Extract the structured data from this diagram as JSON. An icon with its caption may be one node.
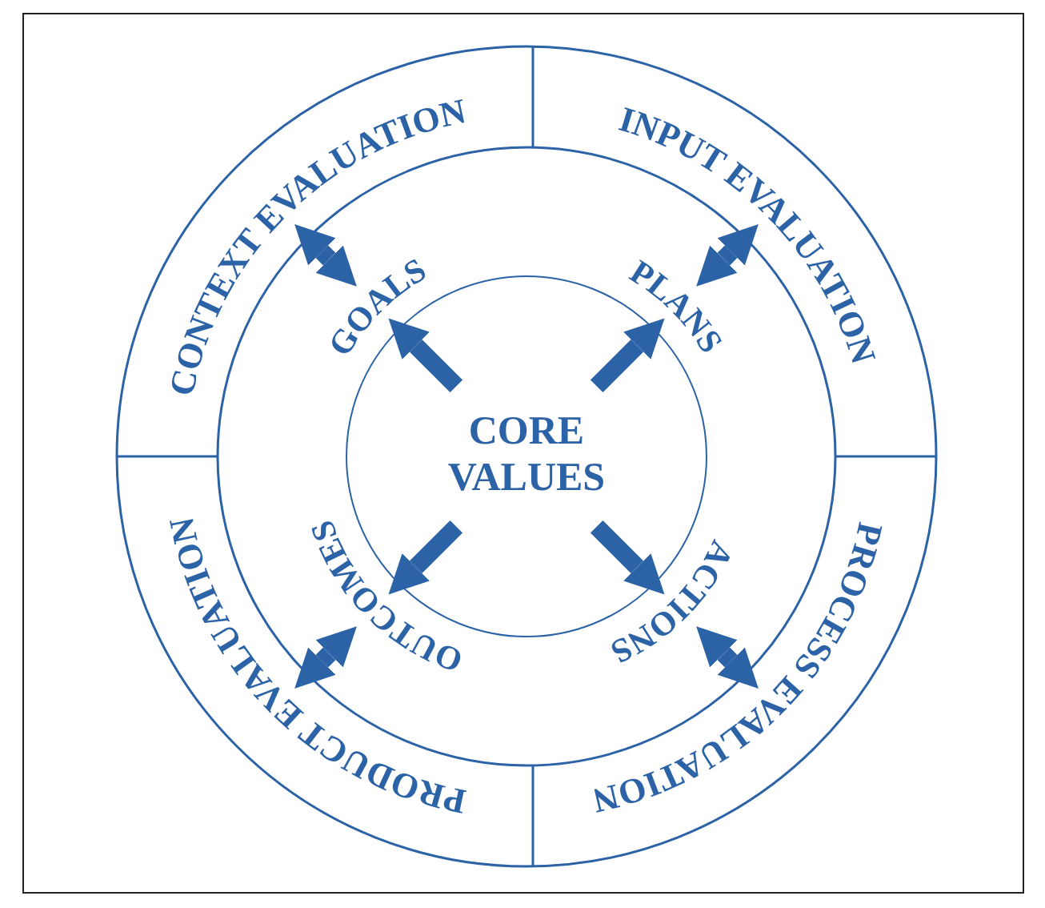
{
  "diagram": {
    "nodes": [
      {
        "text": [
          "CORE VALUES"
        ]
      },
      {
        "text": [
          "GOALS"
        ]
      },
      {
        "text": [
          "PLANS"
        ]
      },
      {
        "text": [
          "ACTIONS"
        ]
      },
      {
        "text": [
          "OUTCOMES"
        ]
      },
      {
        "text": [
          "CONTEXT EVALUATION"
        ]
      },
      {
        "text": [
          "INPUT EVALUATION"
        ]
      },
      {
        "text": [
          "PROCESS EVALUATION"
        ]
      },
      {
        "text": [
          "PRODUCT EVALUATION"
        ]
      }
    ],
    "edges": [
      {
        "from": 0,
        "to": 1,
        "arrow": "to"
      },
      {
        "from": 0,
        "to": 2,
        "arrow": "to"
      },
      {
        "from": 0,
        "to": 3,
        "arrow": "to"
      },
      {
        "from": 0,
        "to": 4,
        "arrow": "to"
      },
      {
        "from": 1,
        "to": 5,
        "arrow": "both"
      },
      {
        "from": 2,
        "to": 6,
        "arrow": "both"
      },
      {
        "from": 3,
        "to": 7,
        "arrow": "both"
      },
      {
        "from": 4,
        "to": 8,
        "arrow": "both"
      }
    ]
  }
}
